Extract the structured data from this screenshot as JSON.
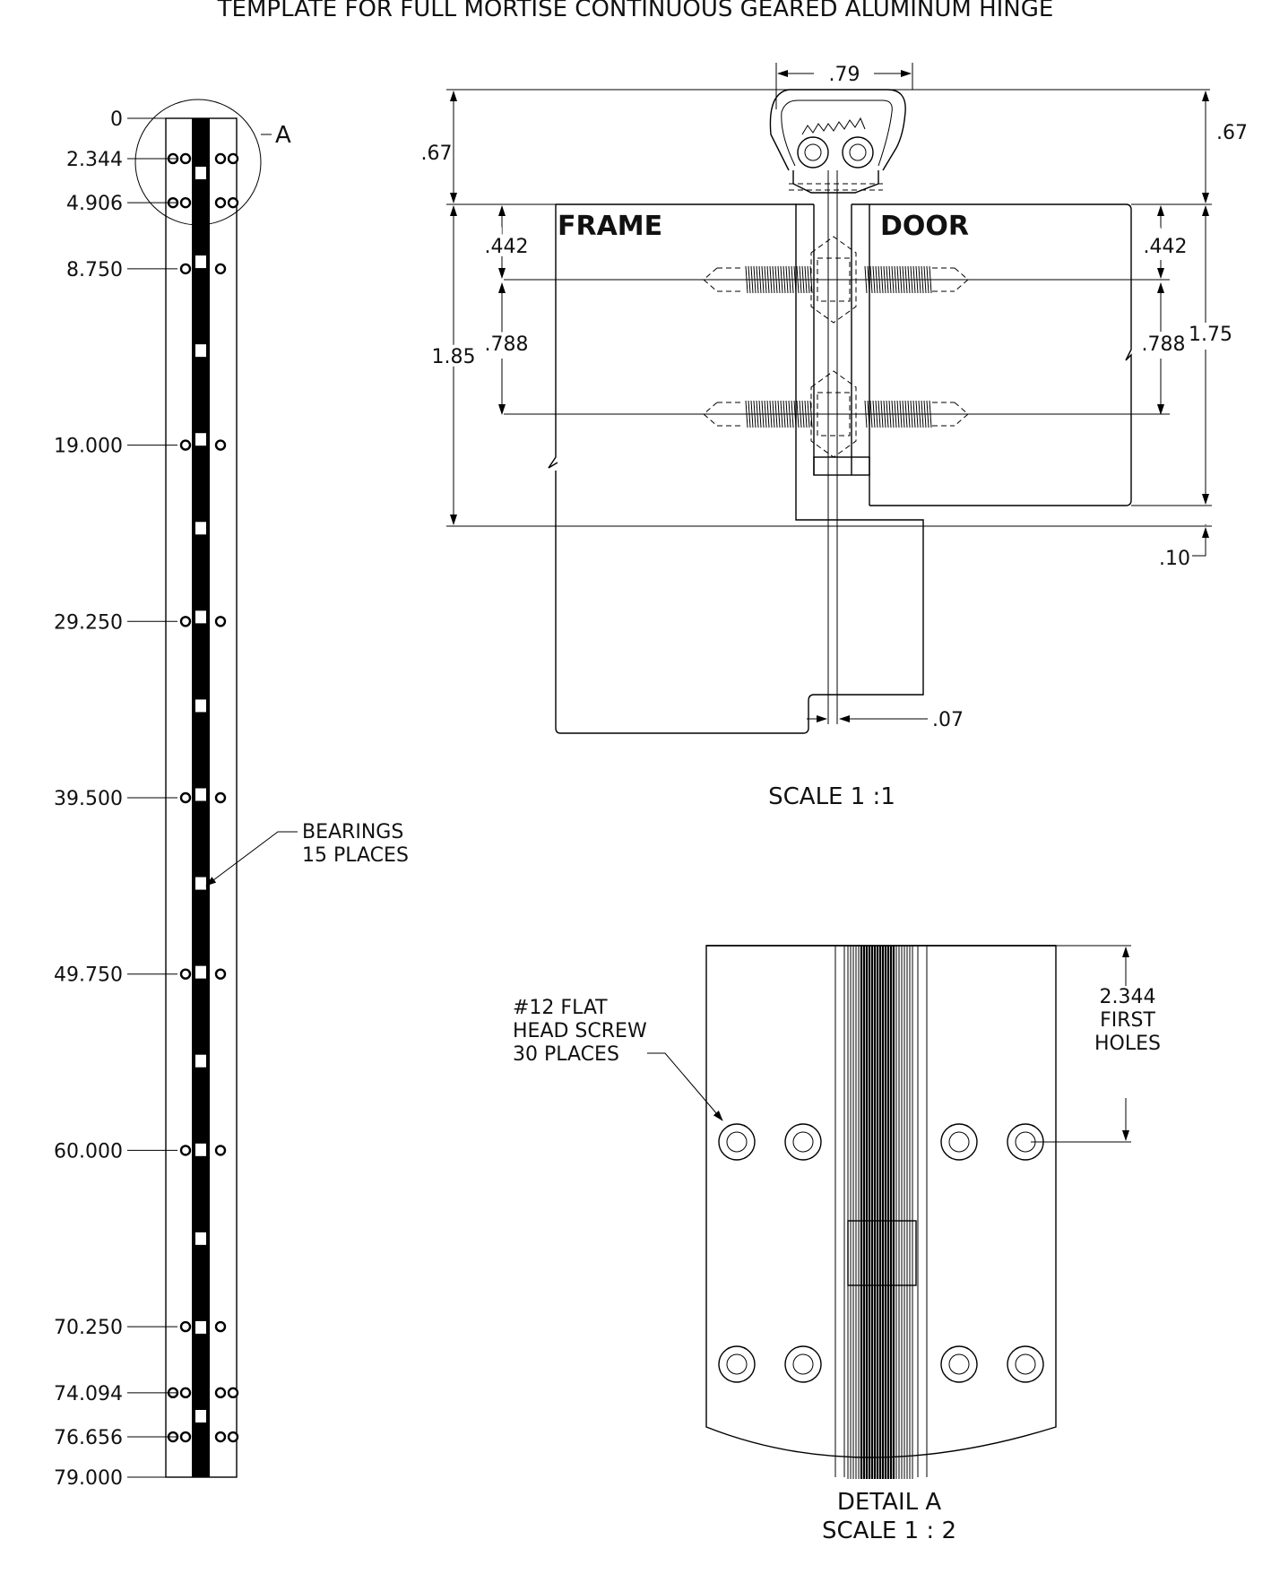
{
  "title": "TEMPLATE FOR FULL MORTISE CONTINUOUS GEARED ALUMINUM HINGE",
  "elevation": {
    "stations": [
      "0",
      "2.344",
      "4.906",
      "8.750",
      "19.000",
      "29.250",
      "39.500",
      "49.750",
      "60.000",
      "70.250",
      "74.094",
      "76.656",
      "79.000"
    ],
    "detail_ref": "A",
    "bearings_note": [
      "BEARINGS",
      "15 PLACES"
    ]
  },
  "section": {
    "frame_label": "FRAME",
    "door_label": "DOOR",
    "dims": {
      "width_top": ".79",
      "h_left_top": ".67",
      "h_right_top": ".67",
      "left_442": ".442",
      "right_442": ".442",
      "left_788": ".788",
      "right_788": ".788",
      "left_185": "1.85",
      "right_175": "1.75",
      "gap_010": ".10",
      "gap_007": ".07"
    },
    "scale_label": "SCALE 1 :1"
  },
  "detail": {
    "screw_note": [
      "#12 FLAT",
      "HEAD SCREW",
      "30 PLACES"
    ],
    "first_holes": [
      "2.344",
      "FIRST",
      "HOLES"
    ],
    "caption": [
      "DETAIL A",
      "SCALE 1 : 2"
    ]
  }
}
